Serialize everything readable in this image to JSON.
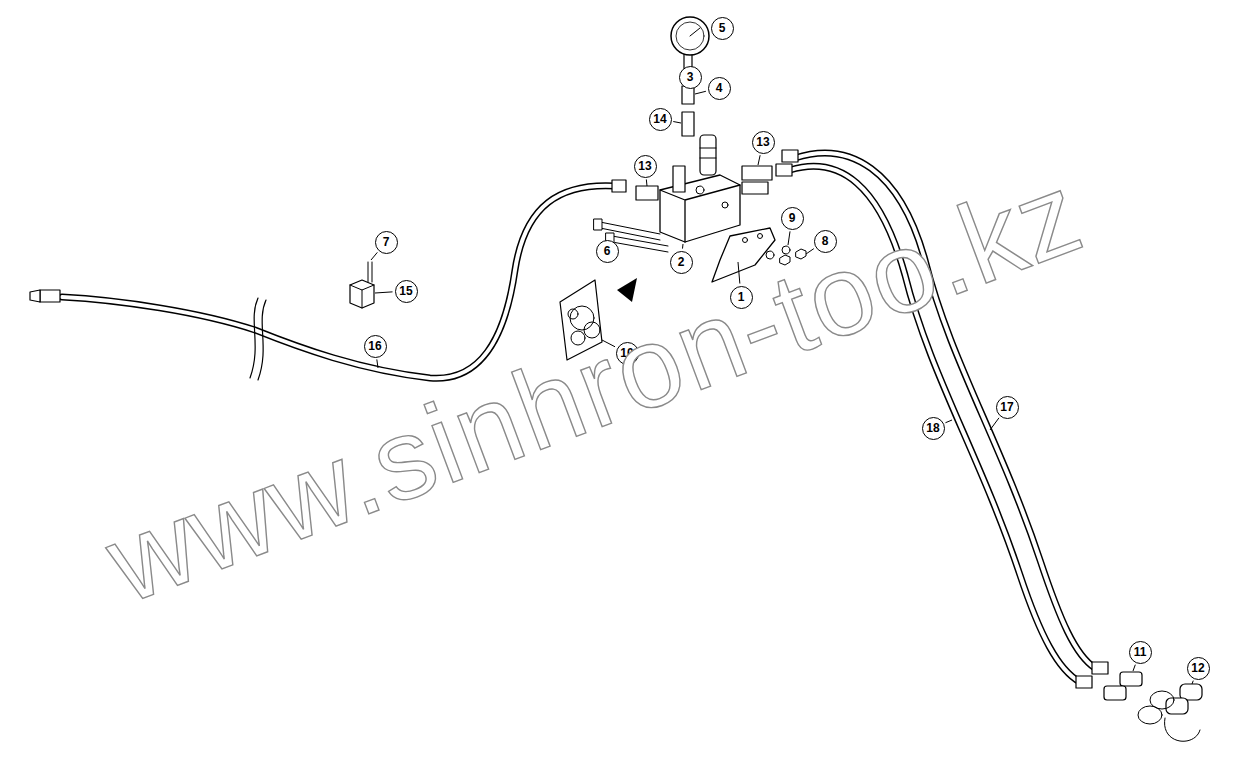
{
  "diagram": {
    "nodes": [
      {
        "text": [
          "5"
        ]
      },
      {
        "text": [
          "3"
        ]
      },
      {
        "text": [
          "4"
        ]
      },
      {
        "text": [
          "14"
        ]
      },
      {
        "text": [
          "13"
        ]
      },
      {
        "text": [
          "13"
        ]
      },
      {
        "text": [
          "7"
        ]
      },
      {
        "text": [
          "9"
        ]
      },
      {
        "text": [
          "8"
        ]
      },
      {
        "text": [
          "6"
        ]
      },
      {
        "text": [
          "2"
        ]
      },
      {
        "text": [
          "15"
        ]
      },
      {
        "text": [
          "1"
        ]
      },
      {
        "text": [
          "16"
        ]
      },
      {
        "text": [
          "10"
        ]
      },
      {
        "text": [
          "17"
        ]
      },
      {
        "text": [
          "18"
        ]
      },
      {
        "text": [
          "11"
        ]
      },
      {
        "text": [
          "12"
        ]
      }
    ],
    "edges": [],
    "labels": [
      "www.sinhron-too.kz"
    ]
  }
}
